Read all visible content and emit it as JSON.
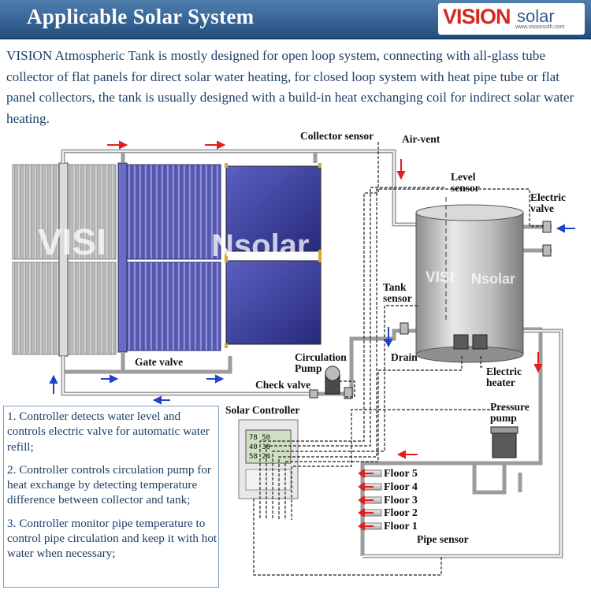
{
  "header": {
    "title": "Applicable Solar System",
    "logo_vision": "VISION",
    "logo_solar": "solar",
    "logo_url": "www.visionsolh.com"
  },
  "intro_text": "VISION Atmospheric Tank is mostly designed for open loop system, connecting with all-glass tube collector of flat panels for direct solar water heating, for closed loop system with heat pipe tube or flat panel collectors, the tank is usually designed with a build-in heat exchanging coil for indirect solar water heating.",
  "labels": {
    "collector_sensor": "Collector sensor",
    "air_vent": "Air-vent",
    "level_sensor_1": "Level",
    "level_sensor_2": "sensor",
    "electric_valve_1": "Electric",
    "electric_valve_2": "valve",
    "tank_sensor_1": "Tank",
    "tank_sensor_2": "sensor",
    "drain": "Drain",
    "electric_heater_1": "Electric",
    "electric_heater_2": "heater",
    "gate_valve": "Gate valve",
    "circulation_pump_1": "Circulation",
    "circulation_pump_2": "Pump",
    "check_valve": "Check valve",
    "solar_controller": "Solar Controller",
    "pressure_pump_1": "Pressure",
    "pressure_pump_2": "pump",
    "pipe_sensor": "Pipe sensor"
  },
  "floors": [
    "Floor 5",
    "Floor 4",
    "Floor 3",
    "Floor 2",
    "Floor 1"
  ],
  "controller_display": [
    "78",
    "50",
    "40",
    "30",
    "58",
    "24"
  ],
  "watermark": {
    "left": "VISI",
    "right": "Nsolar",
    "tank_left": "VISI",
    "tank_right": "Nsolar"
  },
  "notes": [
    "1. Controller detects water level and controls electric valve for automatic water refill;",
    "2. Controller controls circulation pump for heat exchange by detecting temperature difference between collector and tank;",
    "3. Controller monitor pipe temperature to control pipe circulation and keep it with hot water when necessary;"
  ],
  "colors": {
    "banner": "#2f5f93",
    "text": "#1d3f66",
    "hot_arrow": "#e02020",
    "cold_arrow": "#1f44c8",
    "tank": "#c4c4c4",
    "flat_panel": "#3a3f9a"
  }
}
